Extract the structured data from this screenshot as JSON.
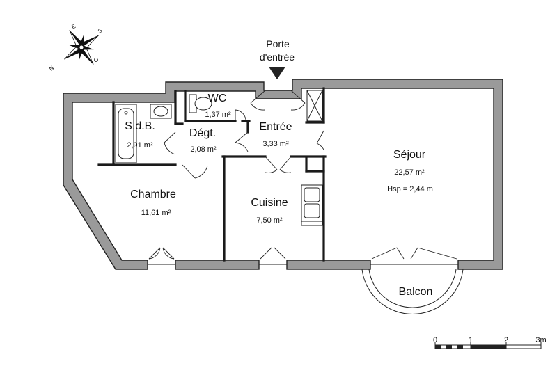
{
  "compass": {
    "north": "N",
    "east": "E",
    "south": "S",
    "west": "O"
  },
  "entrance": {
    "line1": "Porte",
    "line2": "d'entrée"
  },
  "rooms": {
    "wc": {
      "name": "WC",
      "area": "1,37 m²"
    },
    "sdb": {
      "name": "S.d.B.",
      "area": "2,91 m²"
    },
    "degt": {
      "name": "Dégt.",
      "area": "2,08 m²"
    },
    "entree": {
      "name": "Entrée",
      "area": "3,33 m²"
    },
    "sejour": {
      "name": "Séjour",
      "area": "22,57 m²",
      "note": "Hsp = 2,44 m"
    },
    "chambre": {
      "name": "Chambre",
      "area": "11,61 m²"
    },
    "cuisine": {
      "name": "Cuisine",
      "area": "7,50 m²"
    },
    "balcon": {
      "name": "Balcon"
    }
  },
  "scale": {
    "t0": "0",
    "t1": "1",
    "t2": "2",
    "t3": "3m"
  }
}
